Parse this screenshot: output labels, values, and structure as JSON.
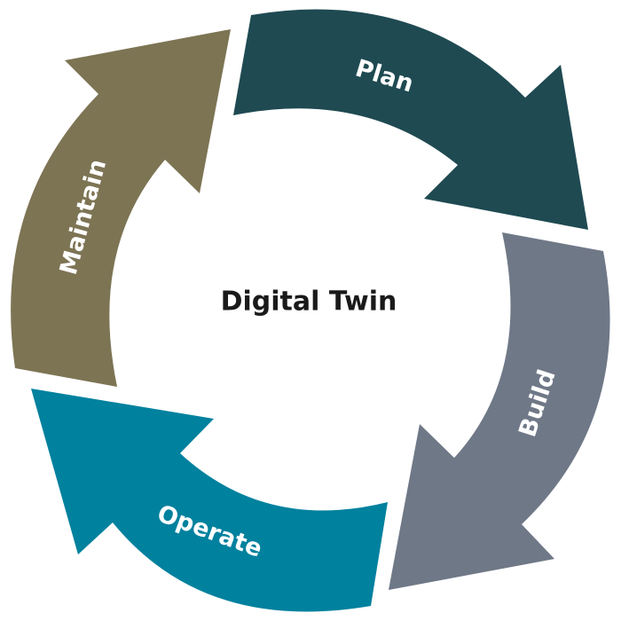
{
  "diagram": {
    "type": "cycle",
    "center_label": "Digital Twin",
    "stages": [
      {
        "id": "plan",
        "label": "Plan",
        "color": "#1f4a52",
        "next": "build"
      },
      {
        "id": "build",
        "label": "Build",
        "color": "#6f7887",
        "next": "operate"
      },
      {
        "id": "operate",
        "label": "Operate",
        "color": "#00819e",
        "next": "maintain"
      },
      {
        "id": "maintain",
        "label": "Maintain",
        "color": "#7d7454",
        "next": "plan"
      }
    ]
  }
}
